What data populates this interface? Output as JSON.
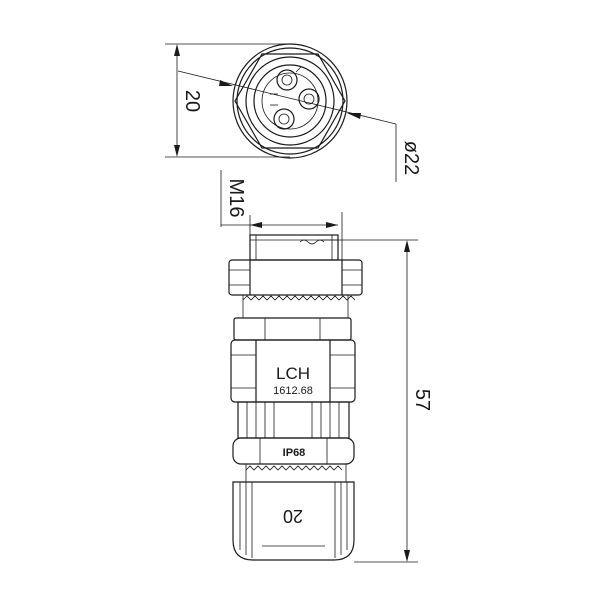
{
  "dimensions": {
    "height": "20",
    "diameter": "ø22",
    "thread": "M16",
    "length": "57"
  },
  "markings": {
    "brand": "LCH",
    "model": "1612.68",
    "rating": "IP68",
    "size": "20"
  }
}
